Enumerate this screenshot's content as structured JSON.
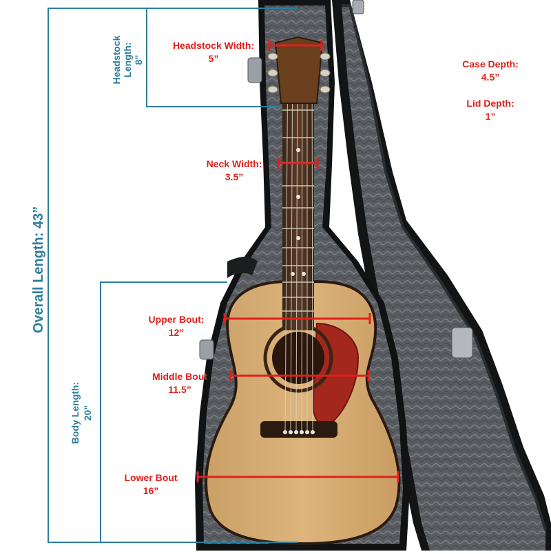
{
  "colors": {
    "dimension_line": "#e0201b",
    "bracket": "#2c7e9c",
    "case_shell": "#121416",
    "case_lining": "#5d6166",
    "soundboard": "#d6ad76",
    "pickguard": "#a3271d"
  },
  "icons": [
    "guitar-photo",
    "case-latch-icon",
    "case-hinge-icon",
    "case-handle-icon"
  ],
  "annotations": {
    "headstock_width": {
      "label": "Headstock Width:",
      "value": "5”"
    },
    "neck_width": {
      "label": "Neck Width:",
      "value": "3.5”"
    },
    "upper_bout": {
      "label": "Upper Bout:",
      "value": "12”"
    },
    "middle_bout": {
      "label": "Middle Bout",
      "value": "11.5”"
    },
    "lower_bout": {
      "label": "Lower Bout",
      "value": "16”"
    },
    "case_depth": {
      "label": "Case Depth:",
      "value": "4.5”"
    },
    "lid_depth": {
      "label": "Lid Depth:",
      "value": "1”"
    },
    "headstock_length": {
      "label": "Headstock",
      "label2": "Length:",
      "value": "8”"
    },
    "body_length": {
      "label": "Body Length:",
      "value": "20”"
    },
    "overall_length": {
      "label": "Overall Length: 43”"
    }
  }
}
